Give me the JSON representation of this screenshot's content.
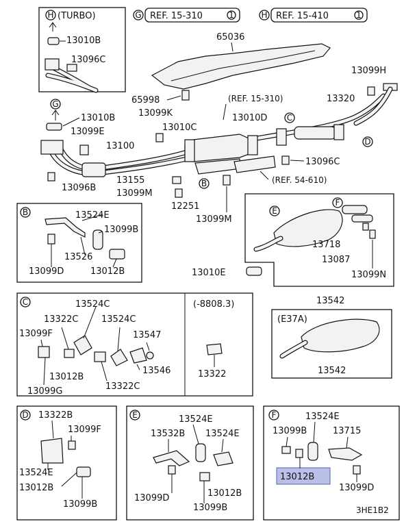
{
  "figure_id": "3HE1B2",
  "highlight_color": "#b9bfe6",
  "refs": {
    "turbo_inset": {
      "circle": "H",
      "text": "(TURBO)"
    },
    "g_ref": {
      "circle": "G",
      "text": "REF. 15-310",
      "num": "1"
    },
    "h_ref": {
      "circle": "H",
      "text": "REF. 15-410",
      "num": "1"
    },
    "ref_15_310": "(REF. 15-310)",
    "ref_54_610": "(REF. 54-610)",
    "g_marker": "G",
    "c_marker": "C",
    "d_marker": "D",
    "b_marker": "B"
  },
  "main_labels": {
    "p13010B_turbo": "13010B",
    "p13096C_turbo": "13096C",
    "p65036": "65036",
    "p13099H": "13099H",
    "p65998": "65998",
    "p13099K": "13099K",
    "p13320": "13320",
    "p13010B_g": "13010B",
    "p13010C": "13010C",
    "p13010D": "13010D",
    "p13099E": "13099E",
    "p13100": "13100",
    "p13096C": "13096C",
    "p13096B": "13096B",
    "p13155": "13155",
    "p13099M_a": "13099M",
    "p12251": "12251",
    "p13099M_b": "13099M",
    "p13010E": "13010E",
    "p13542": "13542"
  },
  "panels": {
    "B": {
      "circle": "B",
      "labels": [
        "13524E",
        "13099B",
        "13526",
        "13099D",
        "13012B"
      ]
    },
    "EF_top": {
      "e": "E",
      "f": "F",
      "labels": [
        "13718",
        "13087",
        "13099N"
      ]
    },
    "C": {
      "circle": "C",
      "labels": [
        "13524C",
        "13322C",
        "13099F",
        "13524C",
        "13547",
        "13012B",
        "13546",
        "13099G",
        "13322C"
      ],
      "sub_title": "(-8808.3)",
      "sub_label": "13322"
    },
    "E37A": {
      "title": "(E37A)",
      "label": "13542"
    },
    "D": {
      "circle": "D",
      "labels": [
        "13322B",
        "13099F",
        "13524E",
        "13012B",
        "13099B"
      ]
    },
    "E": {
      "circle": "E",
      "labels": [
        "13524E",
        "13532B",
        "13524E",
        "13099D",
        "13012B",
        "13099B"
      ]
    },
    "F": {
      "circle": "F",
      "labels": [
        "13524E",
        "13099B",
        "13715",
        "13012B",
        "13099D"
      ]
    }
  }
}
